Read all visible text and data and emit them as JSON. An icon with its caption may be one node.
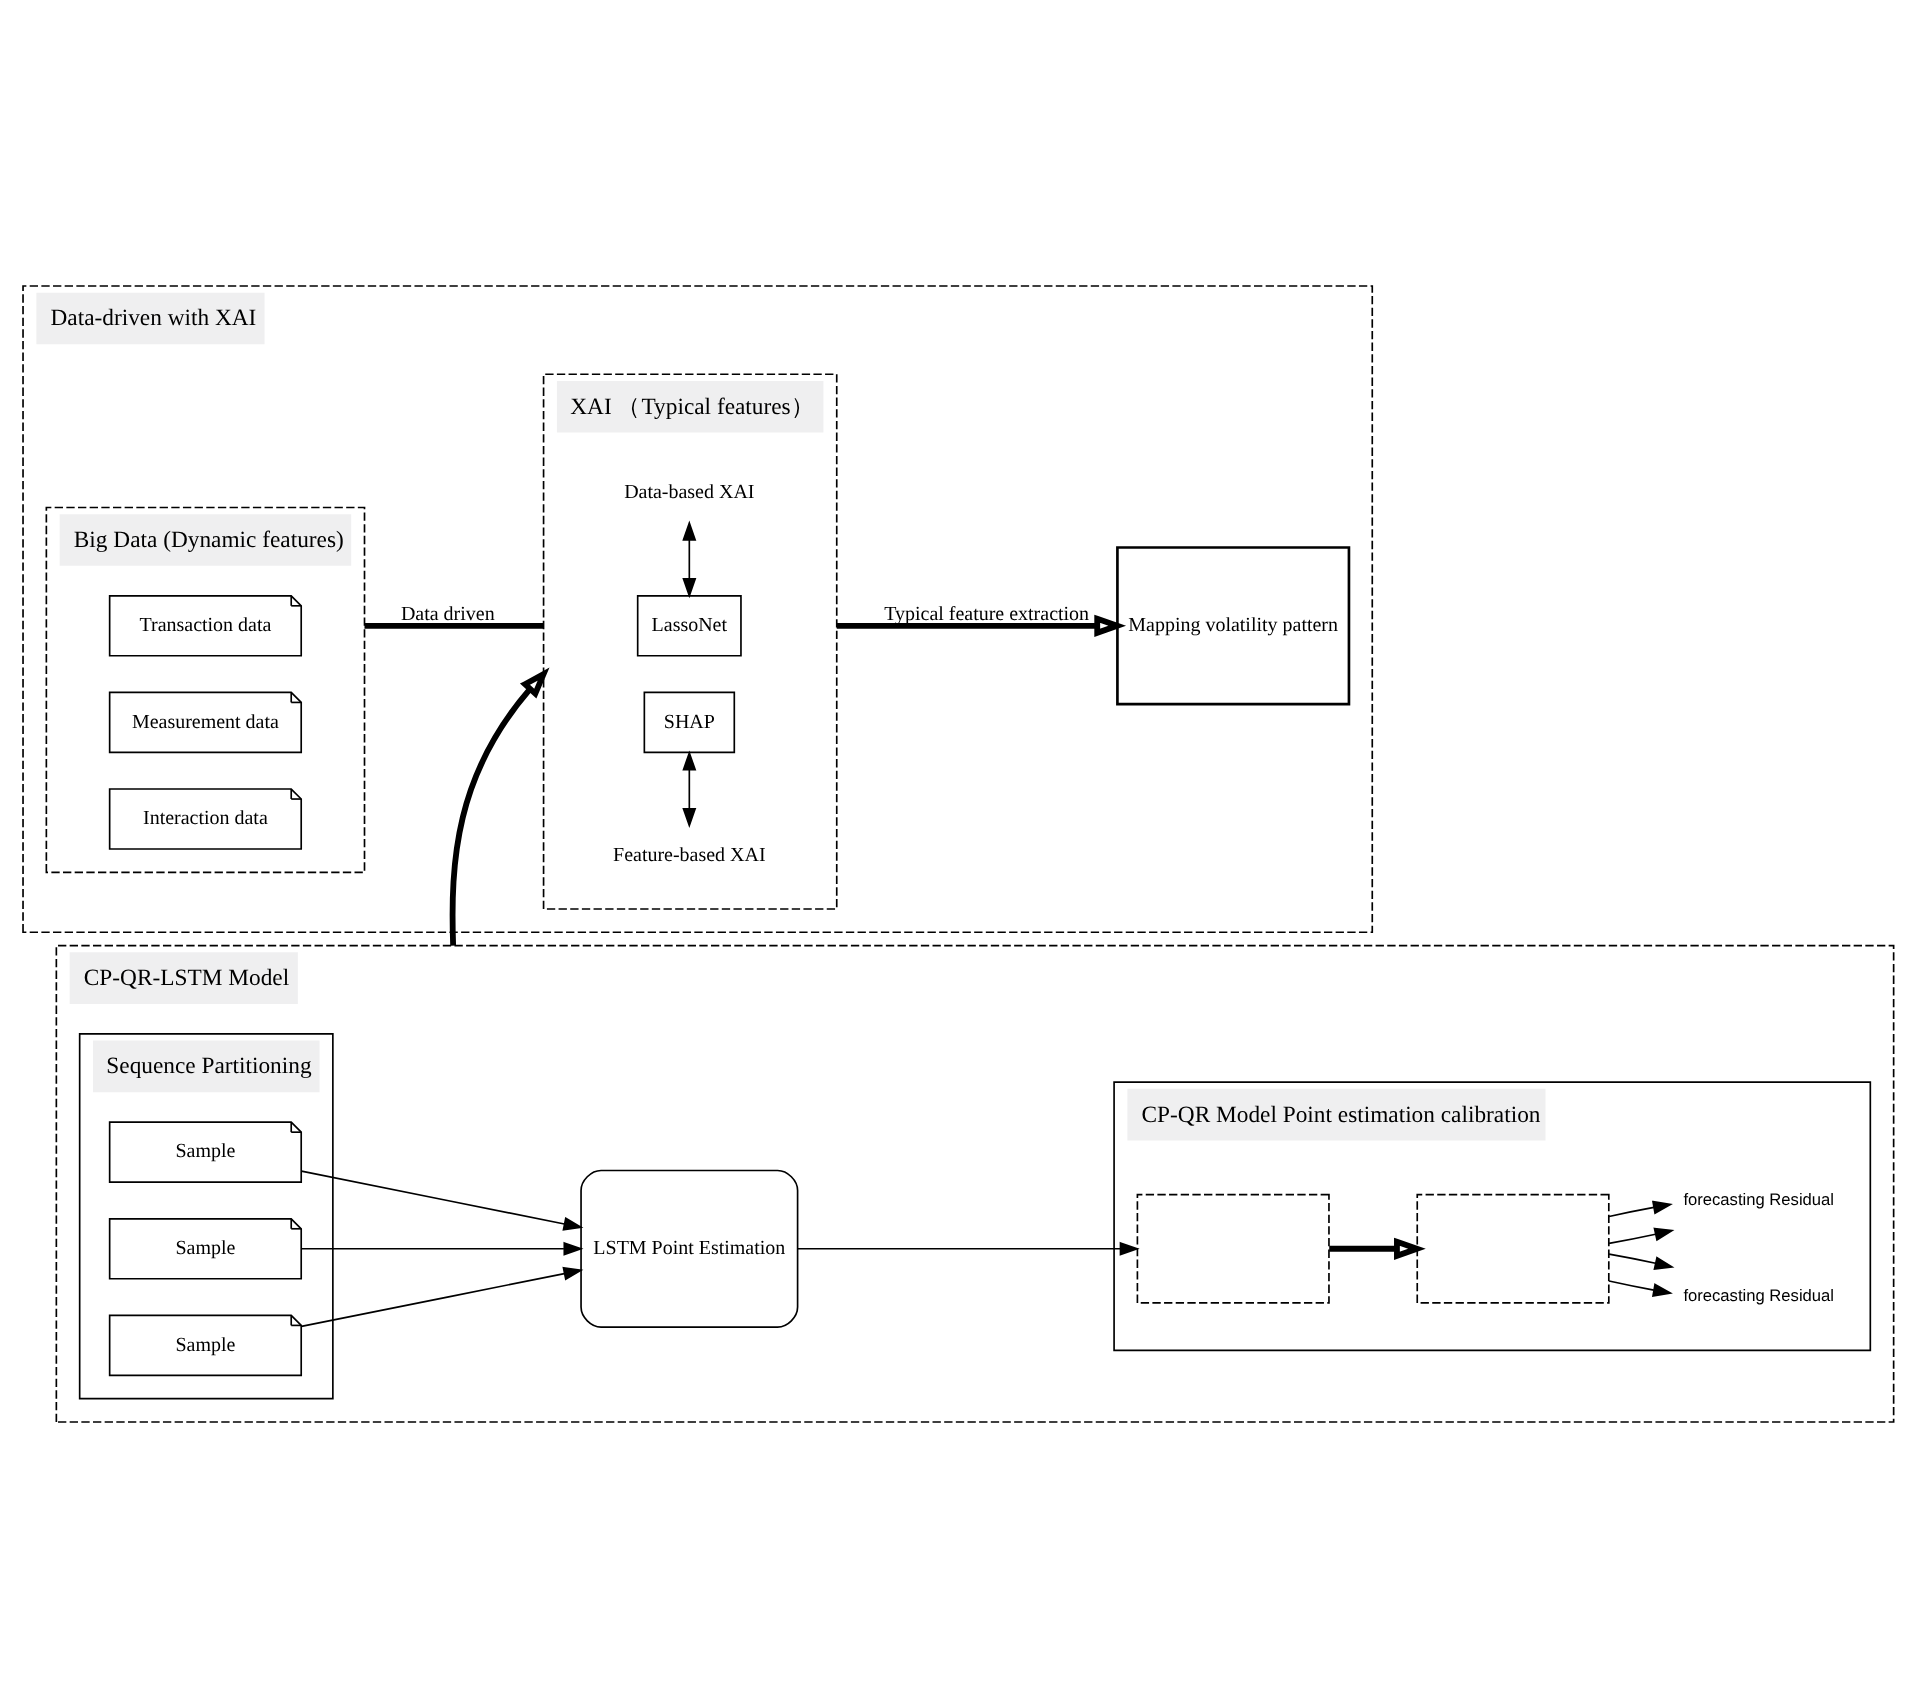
{
  "diagram": {
    "nodes": [
      {
        "text": [
          "Data-driven with XAI"
        ]
      },
      {
        "text": [
          "Big Data (Dynamic features)"
        ],
        "in": 0
      },
      {
        "text": [
          "Transaction data"
        ],
        "in": 1
      },
      {
        "text": [
          "Measurement data"
        ],
        "in": 1
      },
      {
        "text": [
          "Interaction data"
        ],
        "in": 1
      },
      {
        "text": [
          "XAI （Typical features）"
        ],
        "in": 0
      },
      {
        "text": [
          "LassoNet"
        ],
        "in": 5
      },
      {
        "text": [
          "Data-based XAI"
        ],
        "in": 5
      },
      {
        "text": [
          "Feature-based XAI"
        ],
        "in": 5
      },
      {
        "text": [
          "SHAP"
        ],
        "in": 5
      },
      {
        "text": [
          "Mapping volatility pattern"
        ],
        "in": 0
      },
      {
        "text": [
          "CP-QR-LSTM Model"
        ]
      },
      {
        "text": [
          "Sequence Partitioning"
        ],
        "in": 11
      },
      {
        "text": [
          "Sample"
        ],
        "in": 12
      },
      {
        "text": [
          "Sample"
        ],
        "in": 12
      },
      {
        "text": [
          "Sample"
        ],
        "in": 12
      },
      {
        "text": [
          "LSTM Point Estimation"
        ],
        "in": 11
      },
      {
        "text": [
          "CP-QR Model Point estimation calibration"
        ],
        "in": 11
      },
      {
        "text": [],
        "shape": "box",
        "in": 17
      },
      {
        "text": [],
        "shape": "box",
        "in": 17
      },
      {
        "text": [
          "forecasting Residual"
        ],
        "in": 17
      },
      {
        "text": [
          "forecasting Residual"
        ],
        "in": 17
      }
    ],
    "edges": [
      {
        "from": 1,
        "to": 5,
        "arrow": "none",
        "label": "Data driven",
        "style": "thick"
      },
      {
        "from": 5,
        "to": 10,
        "arrow": "to",
        "label": "Typical feature extraction",
        "style": "thick"
      },
      {
        "from": 6,
        "to": 7,
        "arrow": "both"
      },
      {
        "from": 8,
        "to": 9,
        "arrow": "both"
      },
      {
        "from": 11,
        "to": 5,
        "arrow": "to",
        "style": "thick"
      },
      {
        "from": 13,
        "to": 16,
        "arrow": "to"
      },
      {
        "from": 14,
        "to": 16,
        "arrow": "to"
      },
      {
        "from": 15,
        "to": 16,
        "arrow": "to"
      },
      {
        "from": 16,
        "to": 18,
        "arrow": "to"
      },
      {
        "from": 18,
        "to": 19,
        "arrow": "to",
        "style": "thick"
      },
      {
        "from": 19,
        "to": 20,
        "arrow": "to"
      },
      {
        "from": 19,
        "to": 20,
        "arrow": "to"
      },
      {
        "from": 19,
        "to": 21,
        "arrow": "to"
      },
      {
        "from": 19,
        "to": 21,
        "arrow": "to"
      }
    ]
  }
}
